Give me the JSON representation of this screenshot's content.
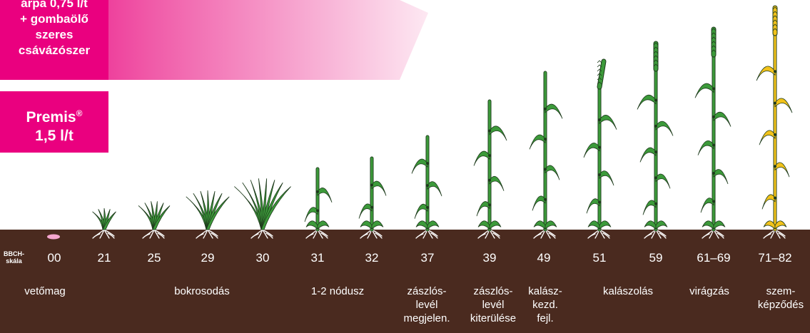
{
  "header": {
    "box_text": [
      "árpa 0,75 l/t",
      "+ gombaölő",
      "szeres",
      "csávázószer"
    ],
    "premis_line1": "Premis",
    "premis_reg": "®",
    "premis_line2": "1,5 l/t"
  },
  "scale": {
    "label_line1": "BBCH-",
    "label_line2": "skála",
    "codes": [
      "00",
      "21",
      "25",
      "29",
      "30",
      "31",
      "32",
      "37",
      "39",
      "49",
      "51",
      "59",
      "61–69",
      "71–82"
    ]
  },
  "stages": [
    {
      "lines": [
        "vetőmag"
      ]
    },
    {
      "lines": [
        "bokrosodás"
      ]
    },
    {
      "lines": [
        "1-2 nódusz"
      ]
    },
    {
      "lines": [
        "zászlós-",
        "levél",
        "megjelen."
      ]
    },
    {
      "lines": [
        "zászlós-",
        "levél",
        "kiterülése"
      ]
    },
    {
      "lines": [
        "kalász-",
        "kezd.",
        "fejl."
      ]
    },
    {
      "lines": [
        "kalászolás"
      ]
    },
    {
      "lines": [
        "virágzás"
      ]
    },
    {
      "lines": [
        "szem-",
        "képződés"
      ]
    }
  ],
  "colors": {
    "magenta": "#ea007f",
    "soil": "#4a2a1f",
    "plant_green": "#3c9a3a",
    "plant_yellow": "#f2c21a",
    "seed": "#f6a6cf"
  }
}
